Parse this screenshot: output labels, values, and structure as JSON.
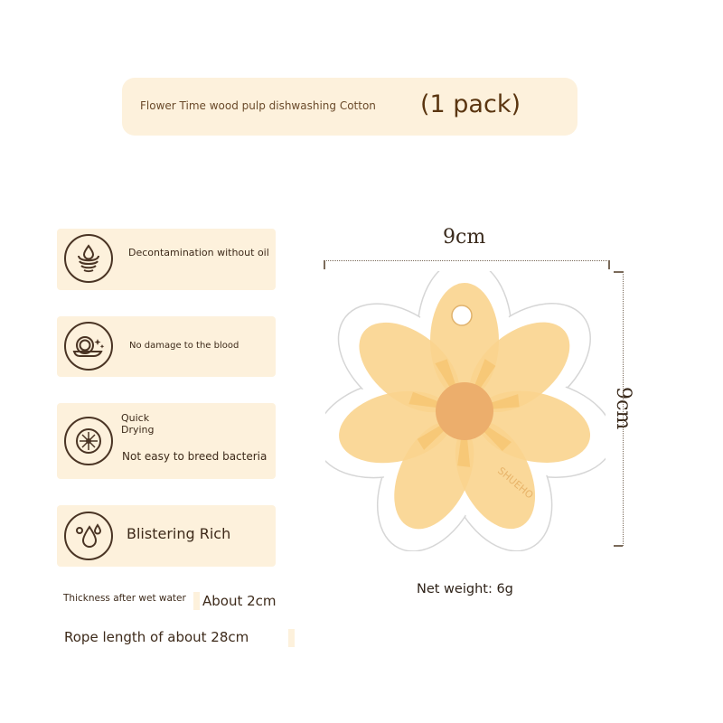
{
  "banner": {
    "title": "Flower Time wood pulp dishwashing Cotton",
    "pack": "(1 pack)"
  },
  "features": [
    {
      "label": "Decontamination without oil",
      "icon": "water-drop-bowl-icon"
    },
    {
      "label": "No damage to the blood",
      "icon": "plate-sparkle-icon"
    },
    {
      "label_line1": "Quick",
      "label_line2": "Drying",
      "sub": "Not easy to breed bacteria",
      "icon": "germ-burst-icon"
    },
    {
      "label": "Blistering Rich",
      "icon": "water-drops-icon"
    }
  ],
  "specs": {
    "thickness_label": "Thickness after wet water",
    "thickness_value": "About 2cm",
    "rope_length": "Rope length of about 28cm"
  },
  "product": {
    "width_label": "9cm",
    "height_label": "9cm",
    "brand_mark": "SHUEHO",
    "net_weight": "Net weight: 6g"
  },
  "colors": {
    "card_bg": "#fdf1dc",
    "icon_stroke": "#4a3424",
    "petal": "#f9d48e",
    "petal_shade": "#f4bd64",
    "center": "#ecae6c"
  }
}
